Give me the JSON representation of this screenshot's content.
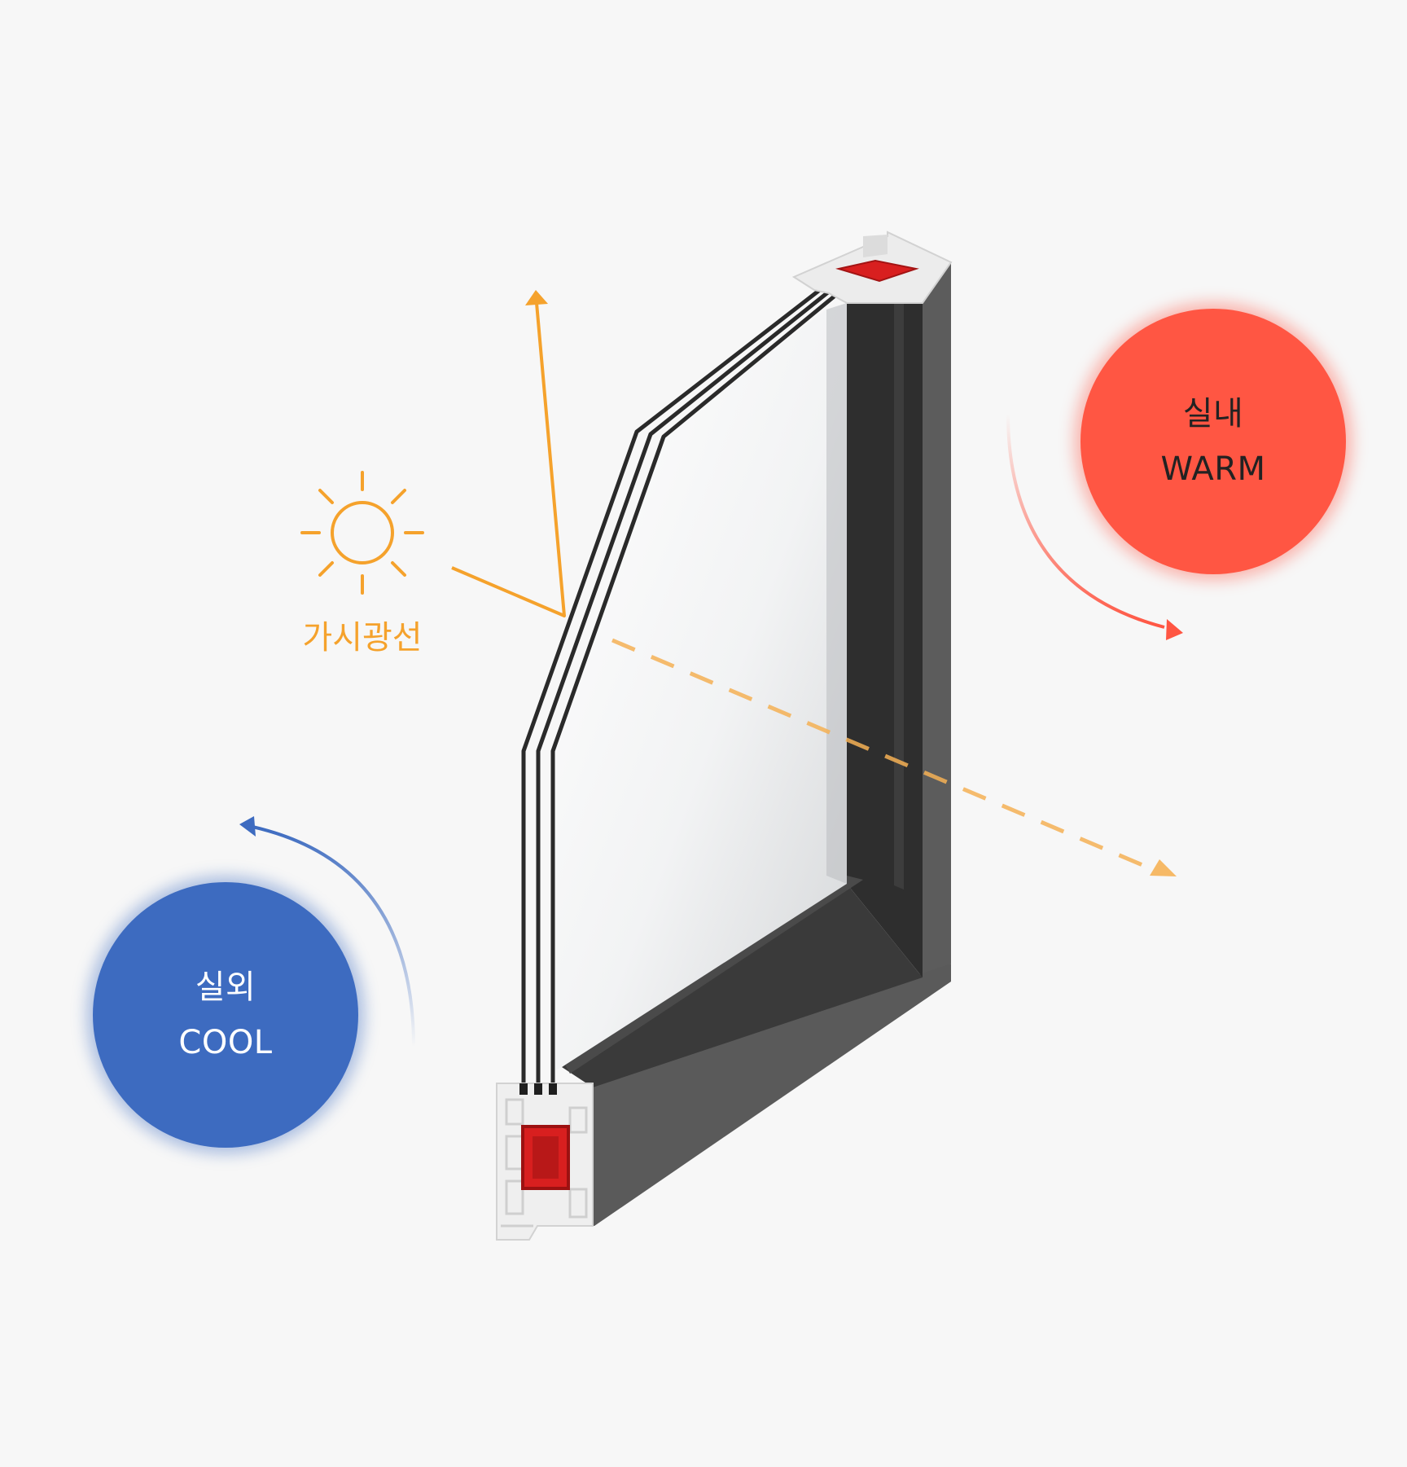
{
  "labels": {
    "light": "가시광선",
    "indoor_title": "실내",
    "indoor_temp": "WARM",
    "outdoor_title": "실외",
    "outdoor_temp": "COOL"
  },
  "colors": {
    "background": "#f7f7f7",
    "warm": "#ff5643",
    "cool": "#3d6bc0",
    "light": "#f5a22c",
    "frame_dark": "#5b5b5b",
    "frame_reinforcement": "#d81f1f",
    "glass_edge": "#2a2a2a"
  },
  "icons": {
    "sun": "sun-icon",
    "reflected_arrow": "arrow-up-icon",
    "transmitted_arrow": "dashed-arrow-right-icon",
    "warm_flow_arrow": "curved-arrow-down-icon",
    "cool_flow_arrow": "curved-arrow-up-icon"
  }
}
